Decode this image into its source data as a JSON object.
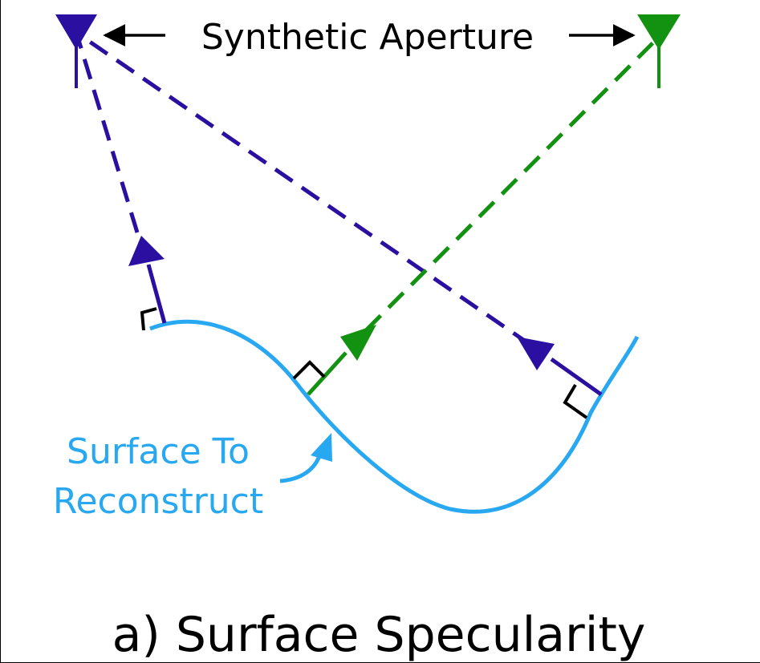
{
  "diagram": {
    "aperture_label": "Synthetic Aperture",
    "surface_label_line1": "Surface To",
    "surface_label_line2": "Reconstruct",
    "caption": "a) Surface Specularity"
  },
  "colors": {
    "blue": "#2a0fa0",
    "green": "#139110",
    "surface": "#29a8f2",
    "black": "#000000"
  }
}
